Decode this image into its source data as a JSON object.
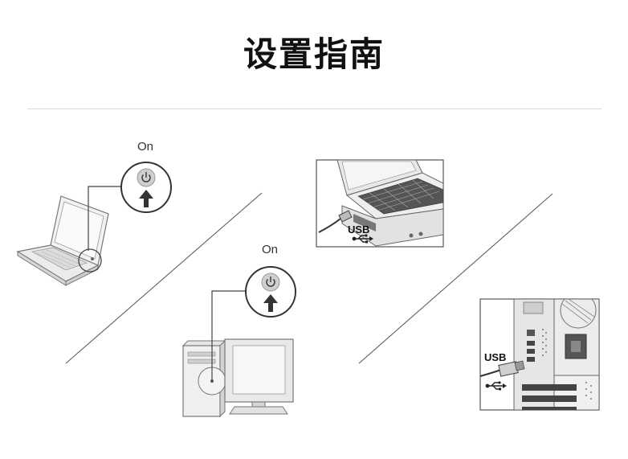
{
  "title": "设置指南",
  "steps": {
    "laptop_power": {
      "label": "On",
      "icon": "power-icon"
    },
    "desktop_power": {
      "label": "On",
      "icon": "power-icon"
    },
    "laptop_usb": {
      "label": "USB",
      "icon": "usb-icon"
    },
    "desktop_usb": {
      "label": "USB",
      "icon": "usb-icon"
    }
  }
}
